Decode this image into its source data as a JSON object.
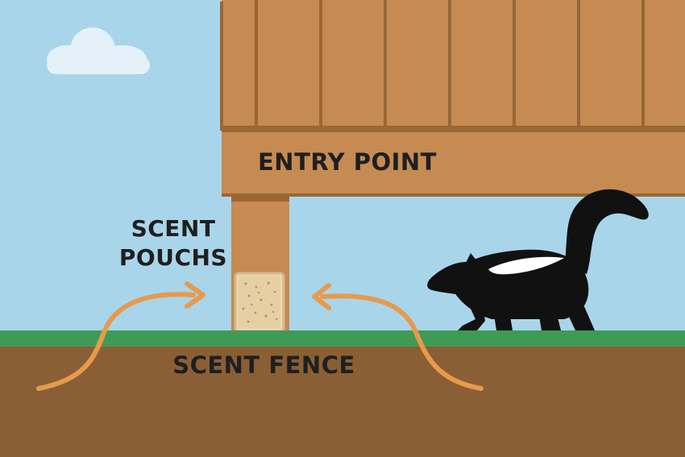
{
  "labels": {
    "entry_point": "ENTRY POINT",
    "scent_pouches_line1": "SCENT",
    "scent_pouches_line2": "POUCHS",
    "scent_fence": "SCENT FENCE"
  },
  "colors": {
    "sky": "#a9d5ea",
    "cloud": "#e4f1f8",
    "wood": "#c58b52",
    "wood_dark": "#9a6634",
    "grass": "#3f9a55",
    "soil": "#8a5f35",
    "arrow": "#e79a4d",
    "pouch": "#e9d7b4",
    "skunk": "#111111",
    "stripe": "#ffffff"
  },
  "icons": [
    "cloud-icon",
    "skunk-icon",
    "scent-pouch-icon",
    "arrow-icon"
  ]
}
